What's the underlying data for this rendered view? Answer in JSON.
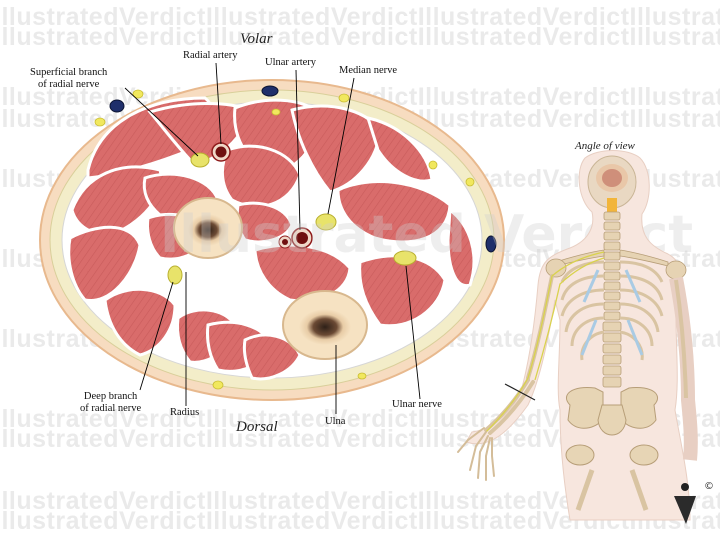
{
  "watermark": {
    "text": "IllustratedVerdictIllustratedVerdictIllustratedVerdictIllustratedVerdict",
    "big_text": "Illustrated Verdict"
  },
  "orientation": {
    "volar": "Volar",
    "dorsal": "Dorsal"
  },
  "labels": {
    "superficial_branch_line1": "Superficial branch",
    "superficial_branch_line2": "of radial nerve",
    "radial_artery": "Radial artery",
    "ulnar_artery": "Ulnar artery",
    "median_nerve": "Median nerve",
    "deep_branch_line1": "Deep branch",
    "deep_branch_line2": "of radial nerve",
    "radius": "Radius",
    "ulna": "Ulna",
    "ulnar_nerve": "Ulnar nerve"
  },
  "inset": {
    "title": "Angle of view"
  },
  "copyright": "©",
  "colors": {
    "skin": "#f6dcc0",
    "fat": "#f2eccd",
    "muscle": "#d86a6a",
    "muscle_light": "#e58b85",
    "fascia": "#ffffff",
    "bone": "#f4dcb8",
    "marrow": "#3a2a20",
    "nerve": "#e8e36a",
    "artery": "#8e1b1b",
    "vein": "#1f2f6b"
  }
}
